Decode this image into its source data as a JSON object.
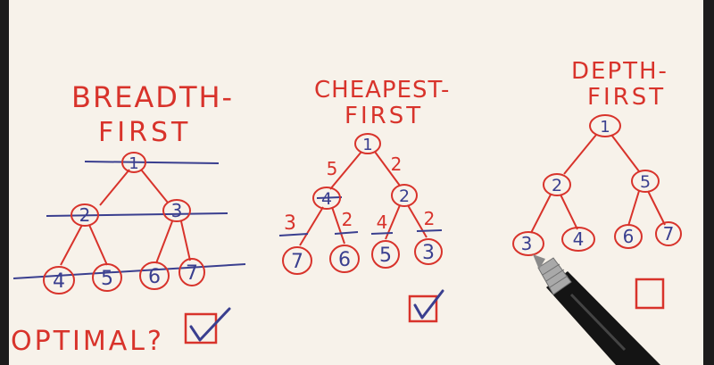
{
  "colors": {
    "paper": "#f7f2ea",
    "ink_red": "#d8332b",
    "ink_blue": "#3a3f8f",
    "frame": "#1c1c1c"
  },
  "breadth_first": {
    "title_line1": "BREADTH-",
    "title_line2": "FIRST",
    "nodes": [
      "1",
      "2",
      "3",
      "4",
      "5",
      "6",
      "7"
    ]
  },
  "cheapest_first": {
    "title_line1": "CHEAPEST-",
    "title_line2": "FIRST",
    "nodes": [
      "1",
      "4",
      "2",
      "7",
      "6",
      "5",
      "3"
    ],
    "edge_costs": [
      "5",
      "2",
      "3",
      "2",
      "4",
      "2"
    ]
  },
  "depth_first": {
    "title_line1": "DEPTH-",
    "title_line2": "FIRST",
    "nodes": [
      "1",
      "2",
      "5",
      "3",
      "4",
      "6",
      "7"
    ]
  },
  "optimal_label": "OPTIMAL?",
  "checkmarks": {
    "breadth_first": true,
    "cheapest_first": true,
    "depth_first": false
  },
  "pen_icon": "pen-icon"
}
